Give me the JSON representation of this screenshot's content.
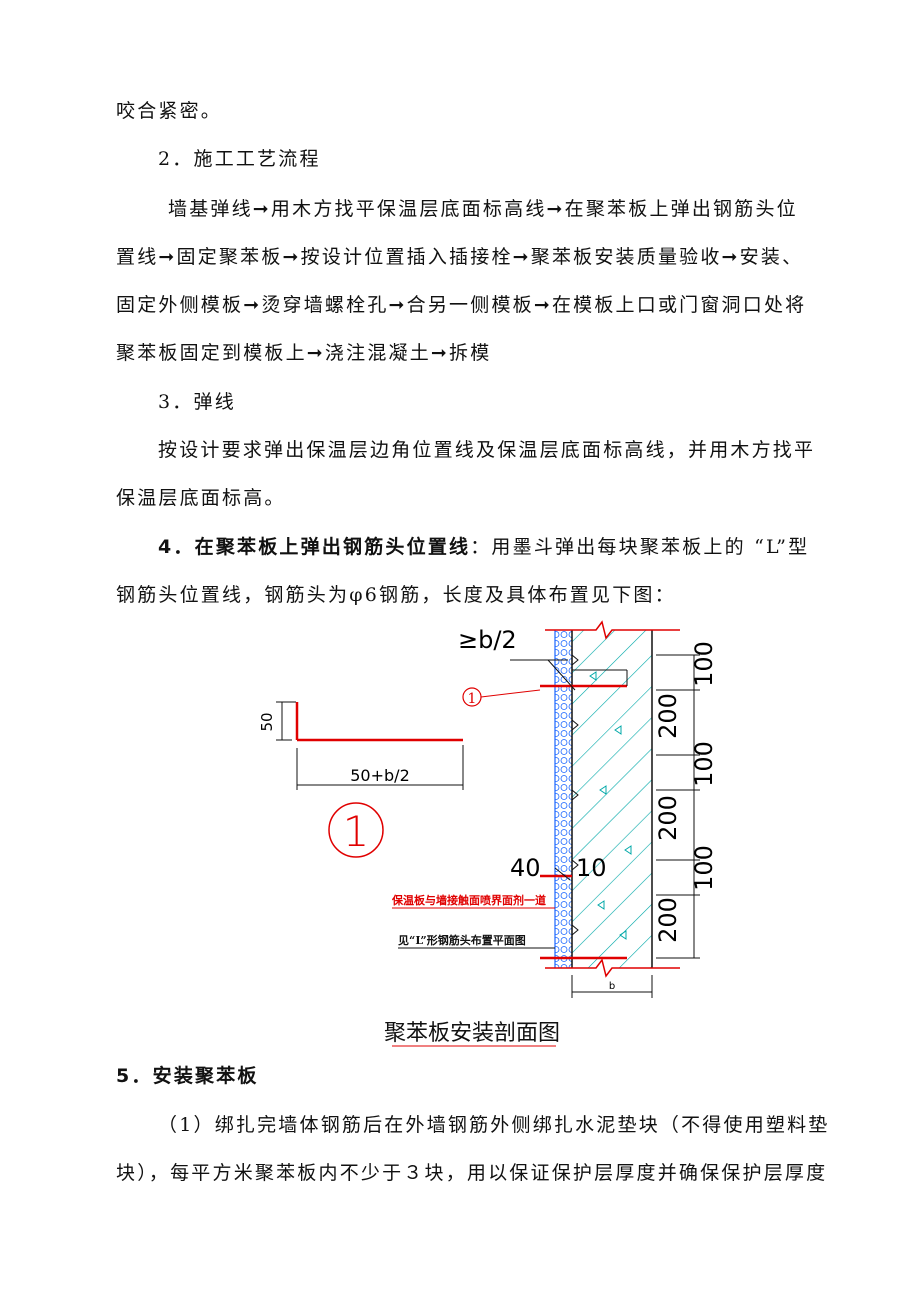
{
  "paragraphs": {
    "p1": "咬合紧密。",
    "h2": "2．施工工艺流程",
    "flow1": "墙基弹线➞用木方找平保温层底面标高线➞在聚苯板上弹出钢筋头位",
    "flow2": "置线➞固定聚苯板➞按设计位置插入插接栓➞聚苯板安装质量验收➞安装、",
    "flow3": "固定外侧模板➞烫穿墙螺栓孔➞合另一侧模板➞在模板上口或门窗洞口处将",
    "flow4": "聚苯板固定到模板上➞浇注混凝土➞拆模",
    "h3": "3．弹线",
    "p3a": "按设计要求弹出保温层边角位置线及保温层底面标高线，并用木方找平",
    "p3b": "保温层底面标高。",
    "h4_bold": "4．在聚苯板上弹出钢筋头位置线",
    "h4_rest": "：用墨斗弹出每块聚苯板上的 “L”型",
    "p4b": "钢筋头位置线，钢筋头为φ6钢筋，长度及具体布置见下图：",
    "h5": "5．安装聚苯板",
    "p5a": "（1）绑扎完墙体钢筋后在外墙钢筋外侧绑扎水泥垫块（不得使用塑料垫",
    "p5b": "块），每平方米聚苯板内不少于３块，用以保证保护层厚度并确保保护层厚度"
  },
  "figure": {
    "caption": "聚苯板安装剖面图",
    "detail_circle": "1",
    "small_circle": "1",
    "left_dim_height": "50",
    "left_dim_length": "50+b/2",
    "top_label": "≥b/2",
    "right_dims": [
      "100",
      "200",
      "100",
      "200",
      "100",
      "200"
    ],
    "dim_40": "40",
    "dim_10": "10",
    "dim_b": "b",
    "note_red": "保温板与墙接触面喷界面剂一道",
    "note_black": "见“L”形钢筋头布置平面图"
  },
  "colors": {
    "rebar": "#e00000",
    "concrete_hatch": "#00a8a8",
    "insulation": "#1a66ff",
    "text": "#111111"
  }
}
